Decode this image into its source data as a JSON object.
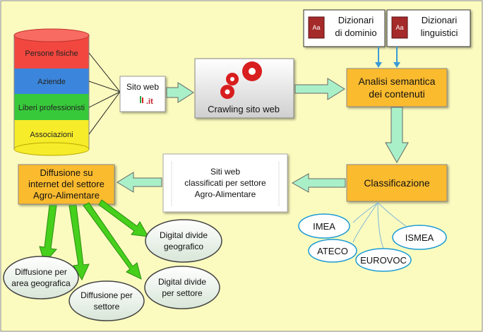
{
  "database": {
    "segments": [
      {
        "label": "Persone fisiche",
        "color": "#f2473f"
      },
      {
        "label": "Aziende",
        "color": "#3b86dc"
      },
      {
        "label": "Liberi professionisti",
        "color": "#38c93b"
      },
      {
        "label": "Associazioni",
        "color": "#f6ec2a"
      }
    ]
  },
  "site_box": {
    "label": "Sito web",
    "logo": ".it"
  },
  "crawling": {
    "label": "Crawling sito web"
  },
  "dictionaries": [
    {
      "line1": "Dizionari",
      "line2": "di dominio"
    },
    {
      "line1": "Dizionari",
      "line2": "linguistici"
    }
  ],
  "dictionary_book_label": "Aa",
  "analysis": {
    "line1": "Analisi semantica",
    "line2": "dei contenuti"
  },
  "classification": {
    "label": "Classificazione"
  },
  "classified_sites": {
    "line1": "Siti web",
    "line2": "classificati per settore",
    "line3": "Agro-Alimentare"
  },
  "diffusion": {
    "line1": "Diffusione su",
    "line2": "internet del settore",
    "line3": "Agro-Alimentare"
  },
  "taxonomies": [
    "IMEA",
    "ATECO",
    "EUROVOC",
    "ISMEA"
  ],
  "outcomes": [
    {
      "line1": "Digital divide",
      "line2": "geografico"
    },
    {
      "line1": "Diffusione per",
      "line2": "area geografica"
    },
    {
      "line1": "Diffusione per",
      "line2": "settore"
    },
    {
      "line1": "Digital divide",
      "line2": "per settore"
    }
  ],
  "colors": {
    "background": "#fbfbbf",
    "orange_box": "#fbbb2d",
    "arrow_fill": "#a9f0c9",
    "green_arrow": "#46d01c",
    "ellipse_border": "#1a9bd4",
    "outcome_fill": "#e6f0e6"
  }
}
